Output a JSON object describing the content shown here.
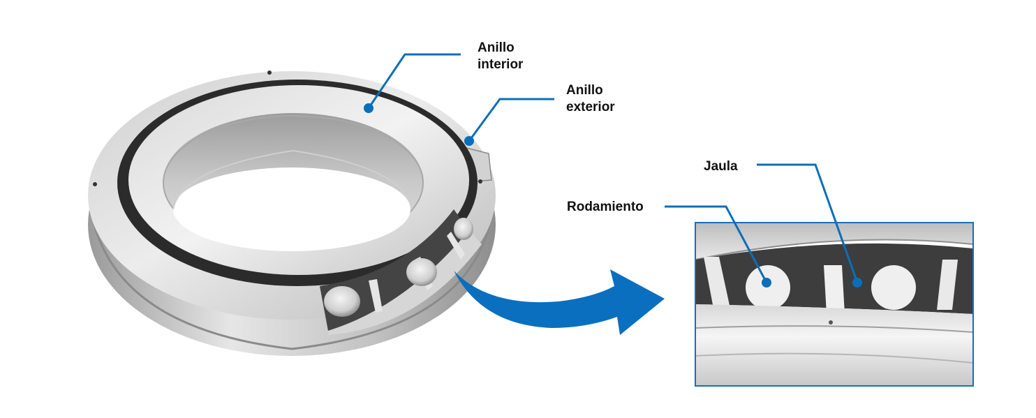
{
  "labels": {
    "inner_ring": [
      "Anillo",
      "interior"
    ],
    "outer_ring": [
      "Anillo",
      "exterior"
    ],
    "cage": "Jaula",
    "roller": "Rodamiento"
  },
  "colors": {
    "callout": "#0a6fb8",
    "arrow": "#0b6fbf",
    "inset_border": "#1a6fb5",
    "ring_light": "#e4e4e4",
    "ring_mid": "#bdbdbd",
    "ring_dark": "#7a7a7a",
    "seal": "#2a2a2a",
    "roller": "#d9d9d9"
  },
  "icons": {
    "pointer": "curved-arrow"
  }
}
